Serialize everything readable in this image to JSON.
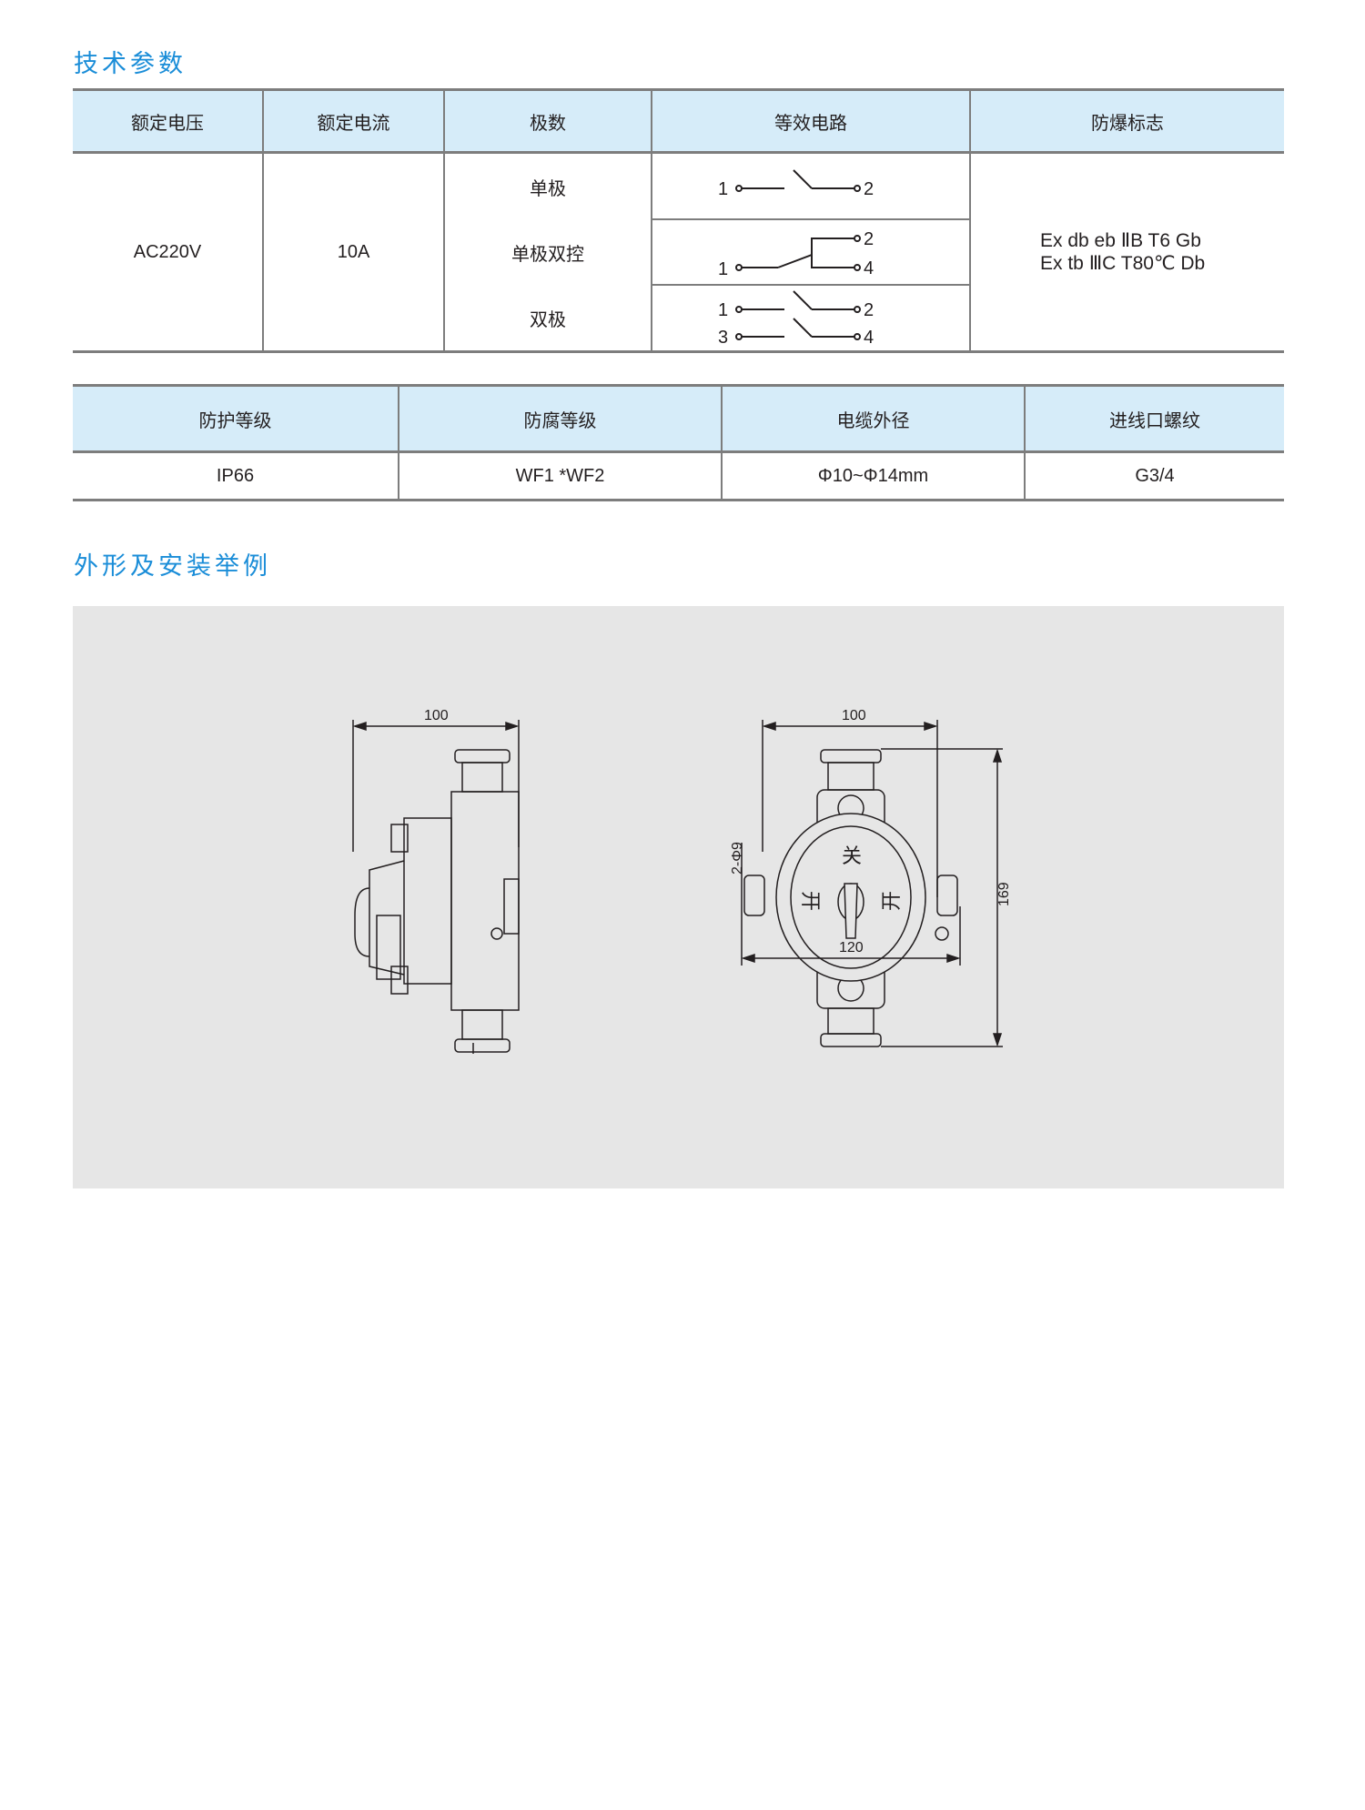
{
  "section1_title": "技术参数",
  "table1": {
    "headers": [
      "额定电压",
      "额定电流",
      "极数",
      "等效电路",
      "防爆标志"
    ],
    "voltage": "AC220V",
    "current": "10A",
    "poles": [
      "单极",
      "单极双控",
      "双极"
    ],
    "circuit_labels": {
      "single": [
        "1",
        "2"
      ],
      "two_way": [
        "1",
        "2",
        "4"
      ],
      "double": [
        "1",
        "2",
        "3",
        "4"
      ]
    },
    "ex_marking": [
      "Ex db eb ⅡB T6 Gb",
      "Ex tb ⅢC T80℃ Db"
    ]
  },
  "table2": {
    "headers": [
      "防护等级",
      "防腐等级",
      "电缆外径",
      "进线口螺纹"
    ],
    "values": [
      "IP66",
      "WF1 *WF2",
      "Φ10~Φ14mm",
      "G3/4"
    ]
  },
  "section2_title": "外形及安装举例",
  "drawing": {
    "side_width": "100",
    "front_width": "100",
    "front_mount": "120",
    "height": "169",
    "holes": "2-Φ9",
    "label_off": "关",
    "label_on_left": "开",
    "label_on_right": "开"
  }
}
